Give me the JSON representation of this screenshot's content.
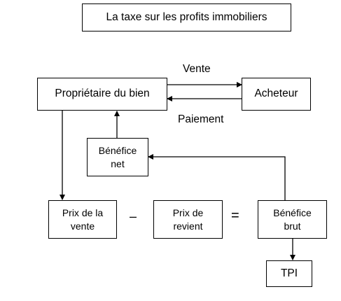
{
  "title": "La taxe sur les profits immobiliers",
  "nodes": {
    "owner": "Propriétaire du bien",
    "buyer": "Acheteur",
    "net_profit": [
      "Bénéfice",
      "net"
    ],
    "sale_price": [
      "Prix de la",
      "vente"
    ],
    "cost_price": [
      "Prix de",
      "revient"
    ],
    "gross_profit": [
      "Bénéfice",
      "brut"
    ],
    "tpi": "TPI"
  },
  "edge_labels": {
    "sale": "Vente",
    "payment": "Paiement"
  },
  "operators": {
    "minus": "–",
    "equals": "="
  }
}
